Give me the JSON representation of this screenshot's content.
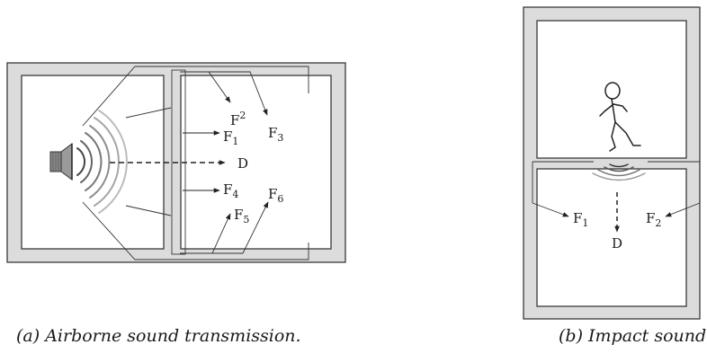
{
  "figure_a": {
    "caption": "(a) Airborne sound transmission.",
    "paths": [
      {
        "name": "F",
        "sub": "1"
      },
      {
        "name": "F",
        "sub": "2"
      },
      {
        "name": "F",
        "sub": "3"
      },
      {
        "name": "F",
        "sub": "4"
      },
      {
        "name": "F",
        "sub": "5"
      },
      {
        "name": "F",
        "sub": "6"
      }
    ],
    "direct": "D",
    "source_icon": "loudspeaker-icon"
  },
  "figure_b": {
    "caption": "(b) Impact sound.",
    "paths": [
      {
        "name": "F",
        "sub": "1"
      },
      {
        "name": "F",
        "sub": "2"
      }
    ],
    "direct": "D",
    "source_icon": "walking-person-icon"
  },
  "colors": {
    "wall_fill": "#dcdcdc",
    "outline": "#3a3a3a",
    "wave_dark": "#444444",
    "wave_light": "#b0b0b0"
  }
}
